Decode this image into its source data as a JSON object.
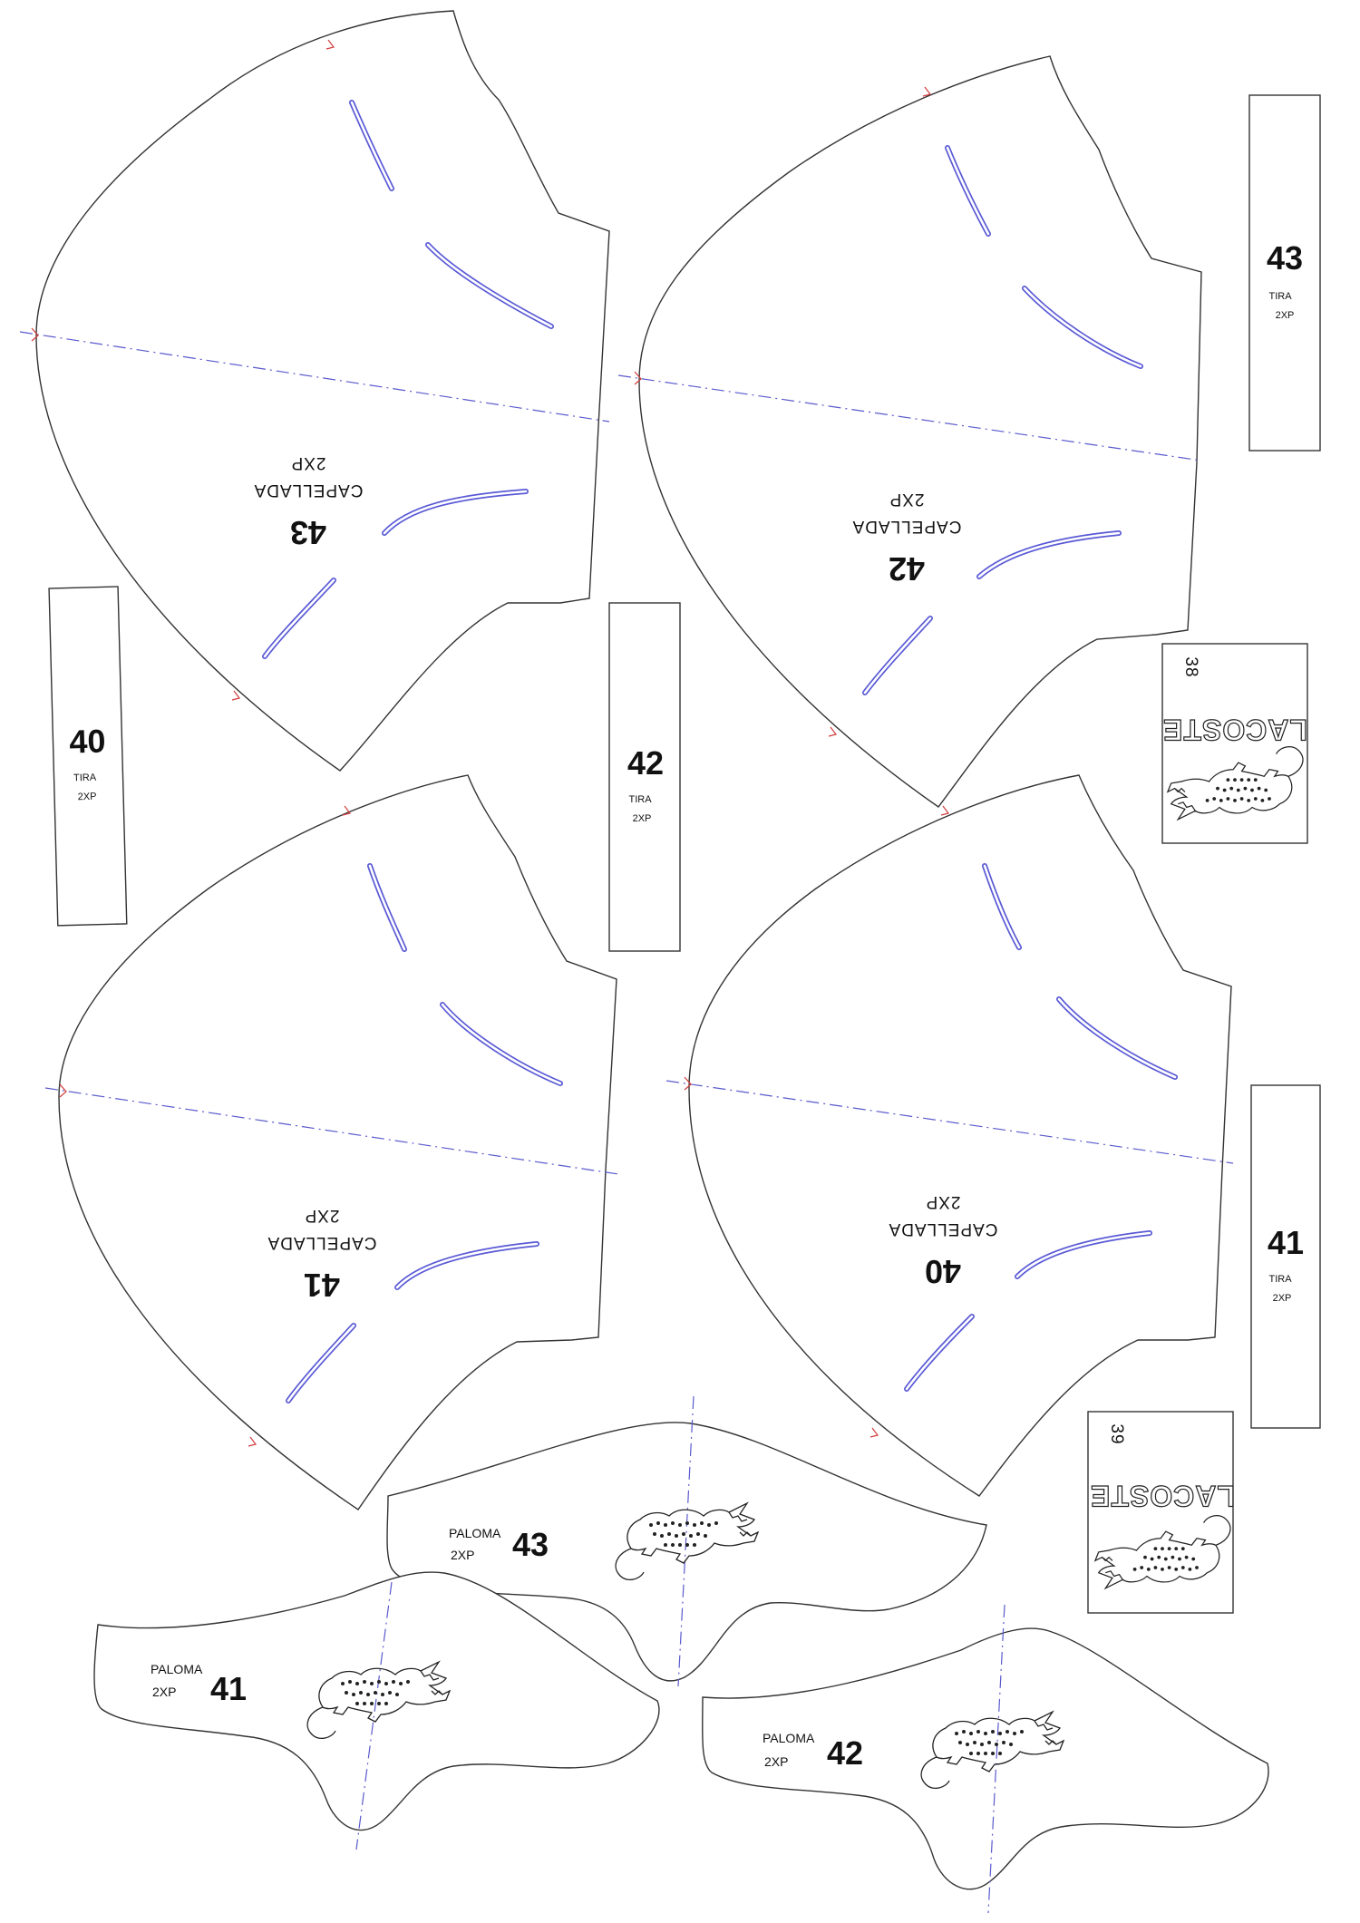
{
  "capelladas": [
    {
      "size": "43",
      "label": "CAPELLADA",
      "qty": "2XP"
    },
    {
      "size": "42",
      "label": "CAPELLADA",
      "qty": "2XP"
    },
    {
      "size": "41",
      "label": "CAPELLADA",
      "qty": "2XP"
    },
    {
      "size": "40",
      "label": "CAPELLADA",
      "qty": "2XP"
    }
  ],
  "tiras": [
    {
      "size": "43",
      "label": "TIRA",
      "qty": "2XP"
    },
    {
      "size": "40",
      "label": "TIRA",
      "qty": "2XP"
    },
    {
      "size": "42",
      "label": "TIRA",
      "qty": "2XP"
    },
    {
      "size": "41",
      "label": "TIRA",
      "qty": "2XP"
    }
  ],
  "labels": [
    {
      "size": "38",
      "brand": "LACOSTE"
    },
    {
      "size": "39",
      "brand": "LACOSTE"
    }
  ],
  "palomas": [
    {
      "size": "43",
      "label": "PALOMA",
      "qty": "2XP"
    },
    {
      "size": "41",
      "label": "PALOMA",
      "qty": "2XP"
    },
    {
      "size": "42",
      "label": "PALOMA",
      "qty": "2XP"
    }
  ],
  "colors": {
    "outline": "#333333",
    "slot": "#5a5ad6",
    "centerline": "#5a5acd",
    "notch": "#d23c3c"
  }
}
